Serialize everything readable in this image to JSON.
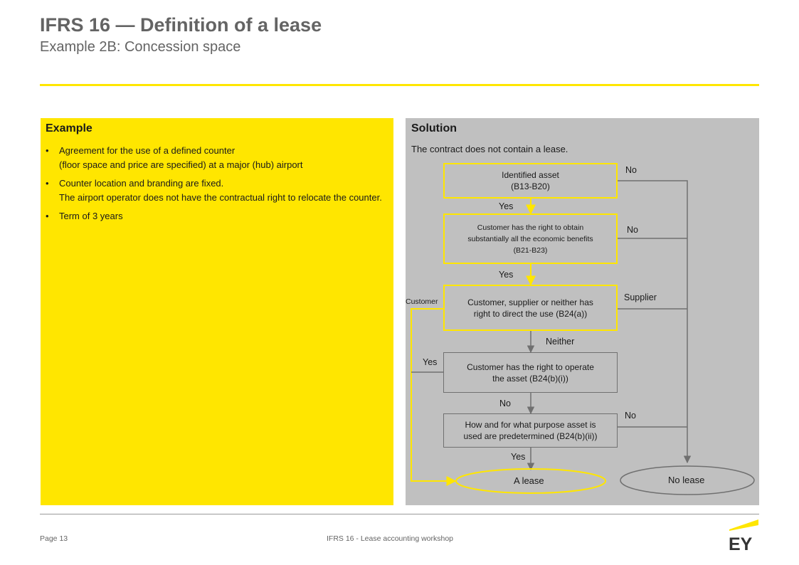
{
  "header": {
    "title": "IFRS 16 — Definition of a lease",
    "subtitle": "Example 2B: Concession space"
  },
  "example": {
    "heading": "Example",
    "bullets": [
      {
        "lines": [
          "Agreement for the use of a defined counter",
          "(floor space and price are specified) at a major (hub) airport"
        ]
      },
      {
        "lines": [
          "Counter location and branding are fixed.",
          "The airport operator does not have the contractual right to relocate the counter."
        ]
      },
      {
        "lines": [
          "Term of 3 years"
        ]
      }
    ]
  },
  "solution": {
    "heading": "Solution",
    "conclusion": "The contract does not contain a lease.",
    "flowchart": {
      "boxes": {
        "identified_asset": {
          "line1": "Identified asset",
          "line2": "(B13-B20)"
        },
        "economic_benefits": {
          "line1": "Customer has the right to obtain",
          "line2": "substantially all the economic benefits",
          "line3": "(B21-B23)"
        },
        "direct_use": {
          "line1": "Customer, supplier or neither has",
          "line2": "right to direct the use (B24(a))"
        },
        "operate_asset": {
          "line1": "Customer has the right to operate",
          "line2": "the asset (B24(b)(i))"
        },
        "predetermined": {
          "line1": "How and for what purpose asset is",
          "line2": "used are predetermined (B24(b)(ii))"
        }
      },
      "outcomes": {
        "lease": "A lease",
        "no_lease": "No lease"
      },
      "labels": {
        "yes_1": "Yes",
        "yes_2": "Yes",
        "neither": "Neither",
        "no_3": "No",
        "yes_3": "Yes",
        "no_1": "No",
        "no_2": "No",
        "supplier": "Supplier",
        "no_4": "No",
        "customer": "Customer",
        "yes_left": "Yes"
      }
    }
  },
  "footer": {
    "page": "Page 13",
    "center_text": "IFRS 16 - Lease accounting workshop",
    "logo_text": "EY"
  },
  "colors": {
    "accent_yellow": "#ffe600",
    "panel_grey": "#c0c0c0",
    "flow_grey": "#707070",
    "title_grey": "#646464"
  }
}
